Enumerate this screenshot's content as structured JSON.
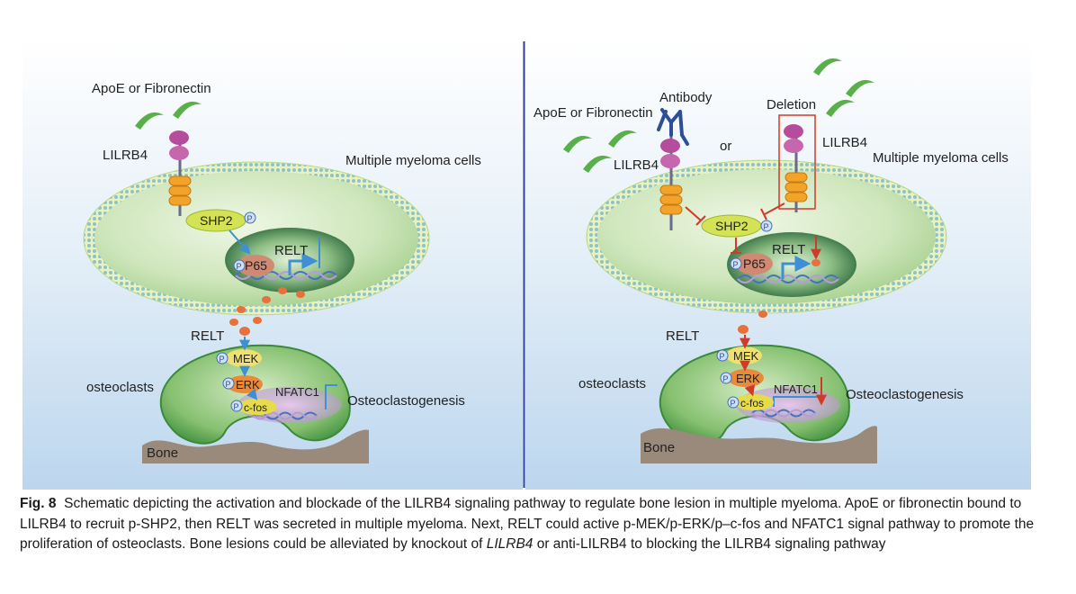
{
  "left_panel": {
    "ligand": "ApoE or Fibronectin",
    "receptor": "LILRB4",
    "cell": "Multiple myeloma cells",
    "shp2": "SHP2",
    "relt_nucleus": "RELT",
    "p65": "P65",
    "relt_secreted": "RELT",
    "osteoclasts": "osteoclasts",
    "mek": "MEK",
    "erk": "ERK",
    "cfos": "c-fos",
    "nfatc1": "NFATC1",
    "osteoclastogenesis": "Osteoclastogenesis",
    "bone": "Bone",
    "phospho": "P"
  },
  "right_panel": {
    "ligand": "ApoE or Fibronectin",
    "antibody": "Antibody",
    "deletion": "Deletion",
    "or": "or",
    "receptor_left": "LILRB4",
    "receptor_right": "LILRB4",
    "cell": "Multiple myeloma cells",
    "shp2": "SHP2",
    "relt_nucleus": "RELT",
    "p65": "P65",
    "relt_secreted": "RELT",
    "osteoclasts": "osteoclasts",
    "mek": "MEK",
    "erk": "ERK",
    "cfos": "c-fos",
    "nfatc1": "NFATC1",
    "osteoclastogenesis": "Osteoclastogenesis",
    "bone": "Bone",
    "phospho": "P"
  },
  "caption": {
    "label": "Fig. 8",
    "text_1": "Schematic depicting the activation and blockade of the LILRB4 signaling pathway to regulate bone lesion in multiple myeloma. ApoE or fibronectin bound to LILRB4 to recruit p-SHP2, then RELT was secreted in multiple myeloma. Next, RELT could active p-MEK/p-ERK/p–c-fos and NFATC1 signal pathway to promote the proliferation of osteoclasts. Bone lesions could be alleviated by knockout of ",
    "gene_italic": "LILRB4",
    "text_2": " or anti-LILRB4 to blocking the LILRB4 signaling pathway"
  },
  "colors": {
    "background_top": "#ffffff",
    "background_bottom": "#bcd6ee",
    "cell_fill": "#c6e2b0",
    "nucleus_fill": "#2f6b3e",
    "shp2_fill": "#d4e356",
    "p65_fill": "#d08a74",
    "mek_fill": "#f0e070",
    "erk_fill": "#e88a3a",
    "cfos_fill": "#e6dc4a",
    "receptor_head": "#b54c9c",
    "receptor_body": "#f2a32a",
    "ligand": "#58b048",
    "antibody": "#2e4f98",
    "bone": "#9a8a7c",
    "activation_arrow": "#3f8fd4",
    "inhibition": "#d03a2a",
    "divider": "#2f3b9a"
  }
}
